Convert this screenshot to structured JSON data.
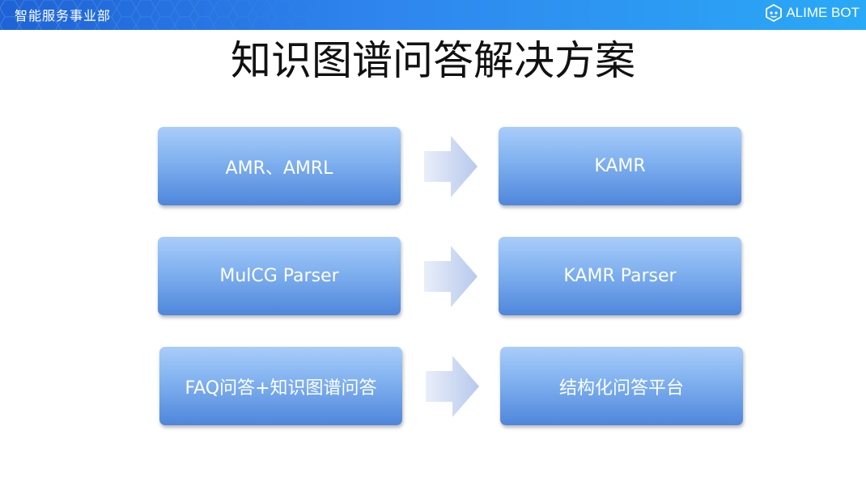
{
  "header": {
    "left_text": "智能服务事业部",
    "brand_text": "ALIME BOT",
    "brand_icon": "robot-head-icon",
    "colors": {
      "bar_start": "#1e63d6",
      "bar_end": "#2aa9f6"
    }
  },
  "title": "知识图谱问答解决方案",
  "rows": [
    {
      "from": "AMR、AMRL",
      "to": "KAMR"
    },
    {
      "from": "MulCG Parser",
      "to": "KAMR Parser"
    },
    {
      "from": "FAQ问答+知识图谱问答",
      "to": "结构化问答平台"
    }
  ],
  "colors": {
    "box_top": "#a9cdfa",
    "box_bottom": "#4f86db",
    "arrow": "#c3d3ef"
  }
}
